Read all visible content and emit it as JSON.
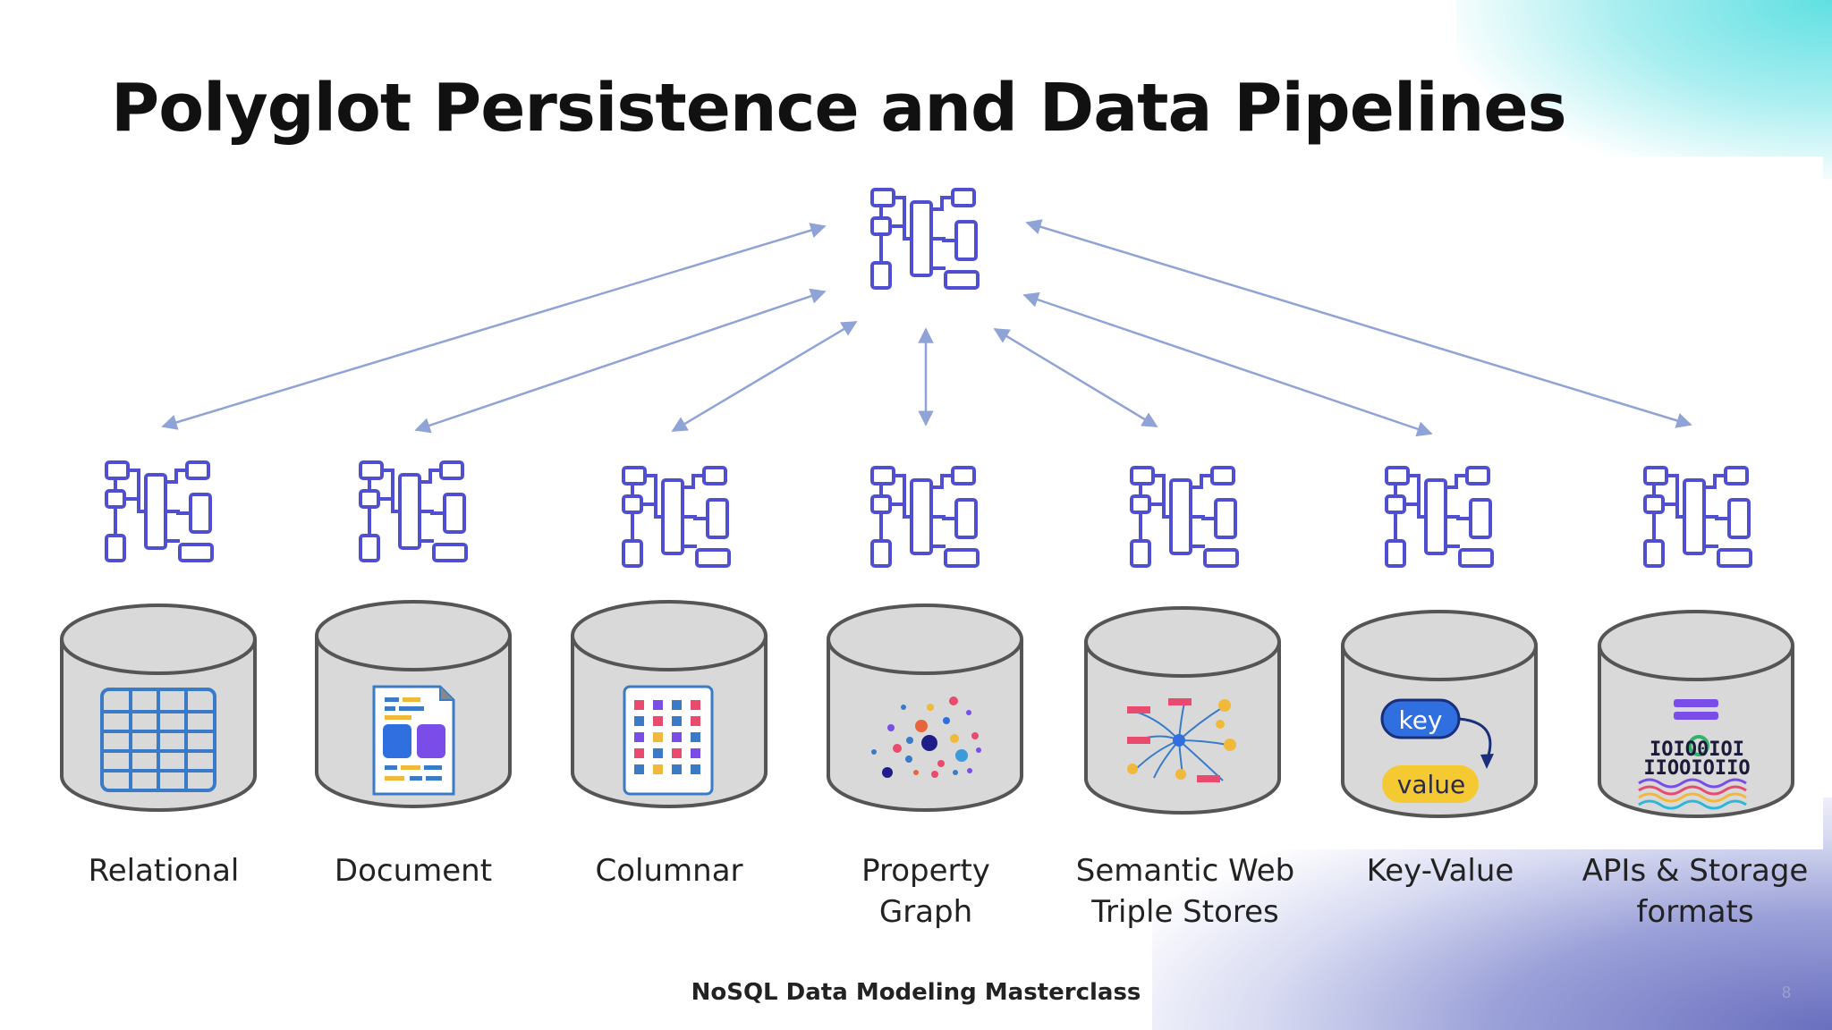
{
  "title": "Polyglot Persistence and Data Pipelines",
  "footer": "NoSQL Data Modeling Masterclass",
  "page_number": "8",
  "stores": [
    {
      "label": "Relational",
      "icon": "table-icon"
    },
    {
      "label": "Document",
      "icon": "document-icon"
    },
    {
      "label": "Columnar",
      "icon": "columnar-grid-icon"
    },
    {
      "label": "Property\nGraph",
      "icon": "graph-dots-icon"
    },
    {
      "label": "Semantic  Web\nTriple Stores",
      "icon": "semantic-network-icon"
    },
    {
      "label": "Key-Value",
      "icon": "key-value-icon"
    },
    {
      "label": "APIs & Storage\nformats",
      "icon": "binary-stream-icon"
    }
  ],
  "key_value": {
    "key": "key",
    "value": "value"
  },
  "binary_rows": [
    "IOIO0IOI",
    "IIOOIOIIO"
  ],
  "colors": {
    "arrow": "#8fa3d6",
    "schema": "#4f4fcf",
    "cylinder_fill": "#d9d9d9",
    "cylinder_stroke": "#555555"
  }
}
